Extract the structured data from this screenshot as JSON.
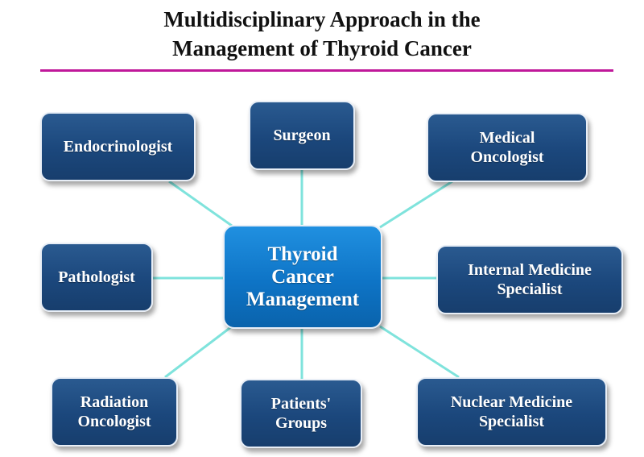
{
  "title": {
    "line1": "Multidisciplinary Approach in the",
    "line2": "Management of Thyroid Cancer"
  },
  "colors": {
    "title_rule": "#c0189a",
    "connector": "#7fe3dc",
    "node_fill": "#1b477c",
    "center_fill": "#0e74c6",
    "text": "#ffffff"
  },
  "center": {
    "lines": [
      "Thyroid",
      "Cancer",
      "Management"
    ]
  },
  "nodes": {
    "endocrinologist": {
      "lines": [
        "Endocrinologist"
      ]
    },
    "surgeon": {
      "lines": [
        "Surgeon"
      ]
    },
    "medical_oncologist": {
      "lines": [
        "Medical",
        "Oncologist"
      ]
    },
    "pathologist": {
      "lines": [
        "Pathologist"
      ]
    },
    "internal_medicine": {
      "lines": [
        "Internal Medicine",
        "Specialist"
      ]
    },
    "radiation_oncologist": {
      "lines": [
        "Radiation",
        "Oncologist"
      ]
    },
    "patients_groups": {
      "lines": [
        "Patients'",
        "Groups"
      ]
    },
    "nuclear_medicine": {
      "lines": [
        "Nuclear Medicine",
        "Specialist"
      ]
    }
  }
}
